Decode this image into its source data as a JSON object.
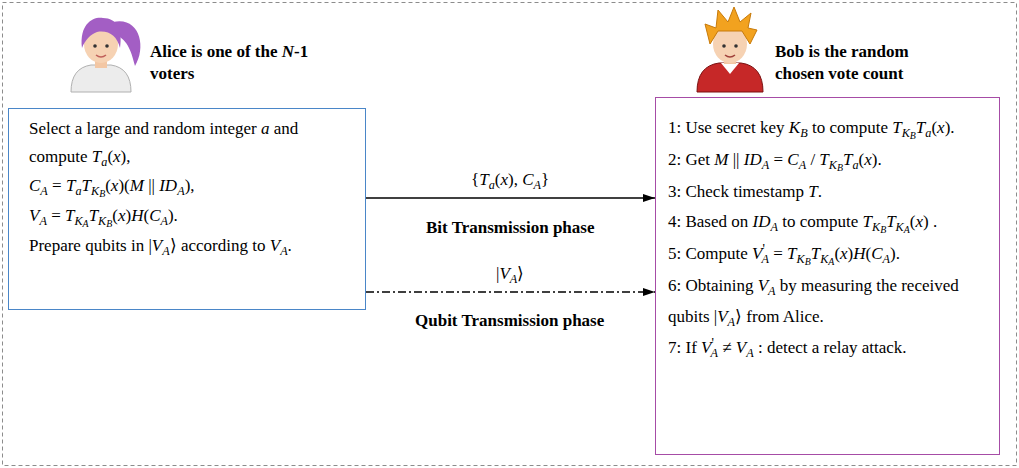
{
  "diagram": {
    "nodes": [
      {
        "text": [
          "Select a large and random integer a and compute Ta(x),",
          "CA = TaTKB(x)(M || IDA),",
          "VA = TKATKB(x)H(CA).",
          "Prepare qubits in |VA⟩ according to VA."
        ]
      },
      {
        "text": [
          "1: Use secret key KB to compute TKBTa(x).",
          "2: Get M || IDA = CA / TKBTa(x).",
          "3: Check timestamp T.",
          "4: Based on IDA to compute TKBTKA(x) .",
          "5: Compute V'A = TKBTKA(x)H(CA).",
          "6: Obtaining VA by measuring the received qubits |VA⟩ from Alice.",
          "7: If V'A ≠ VA : detect a relay attack."
        ]
      }
    ],
    "edges": [
      {
        "from": 0,
        "to": 1,
        "arrow": "to",
        "label": "{Ta(x), CA}"
      },
      {
        "from": 0,
        "to": 1,
        "arrow": "to",
        "label": "|VA⟩"
      }
    ],
    "labels": [
      "Alice is one of the N-1 voters",
      "Bob is the random chosen vote count",
      "Bit Transmission phase",
      "Qubit Transmission phase"
    ]
  }
}
